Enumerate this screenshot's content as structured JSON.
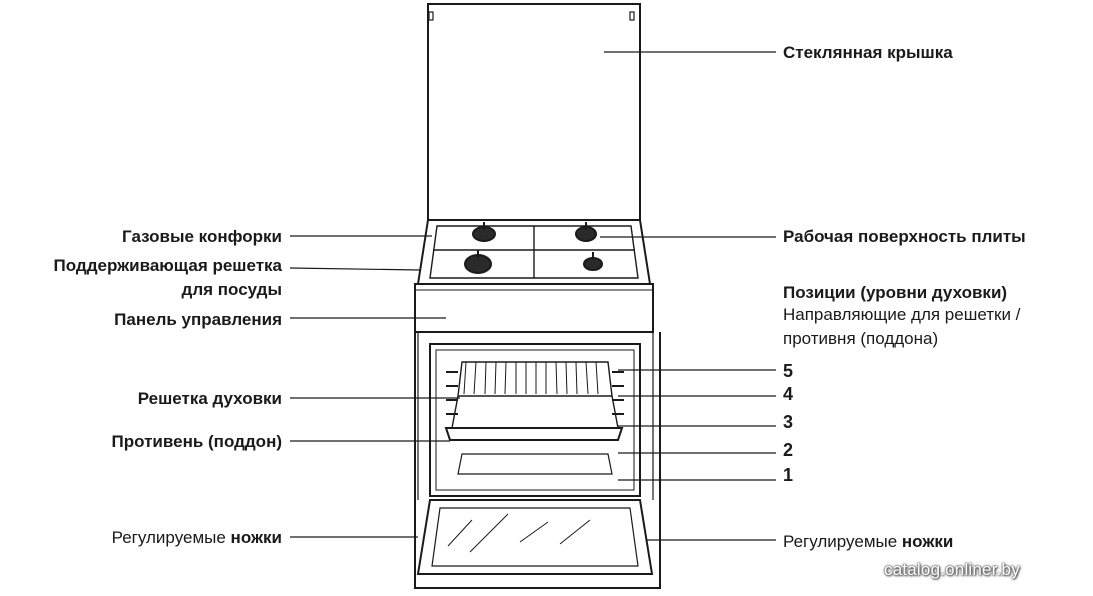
{
  "labels_left": {
    "burners": "Газовые конфорки",
    "grid_line1": "Поддерживающая решетка",
    "grid_line2": "для посуды",
    "control_panel": "Панель управления",
    "oven_rack": "Решетка духовки",
    "tray": "Противень (поддон)",
    "feet_regular": "Регулируемые ",
    "feet_bold": "ножки"
  },
  "labels_right": {
    "glass_lid": "Стеклянная крышка",
    "hob": "Рабочая поверхность плиты",
    "positions_title": "Позиции (уровни духовки)",
    "guides_line1": "Направляющие  для решетки /",
    "guides_line2": "противня (поддона)",
    "feet_regular": "Регулируемые ",
    "feet_bold": "ножки"
  },
  "levels": [
    "5",
    "4",
    "3",
    "2",
    "1"
  ],
  "watermark": "catalog.onliner.by"
}
